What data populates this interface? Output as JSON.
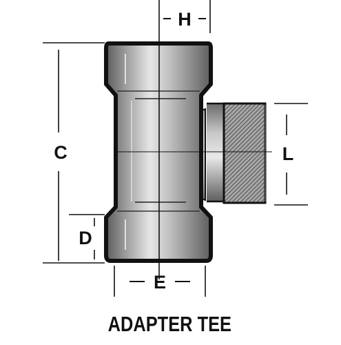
{
  "labels": {
    "H": "H",
    "C": "C",
    "L": "L",
    "D": "D",
    "E": "E"
  },
  "caption": "ADAPTER TEE",
  "colors": {
    "outline": "#111111",
    "body_light": "#d8d8d8",
    "body_dark": "#6a6a6a",
    "thread": "#8a8a8a"
  }
}
